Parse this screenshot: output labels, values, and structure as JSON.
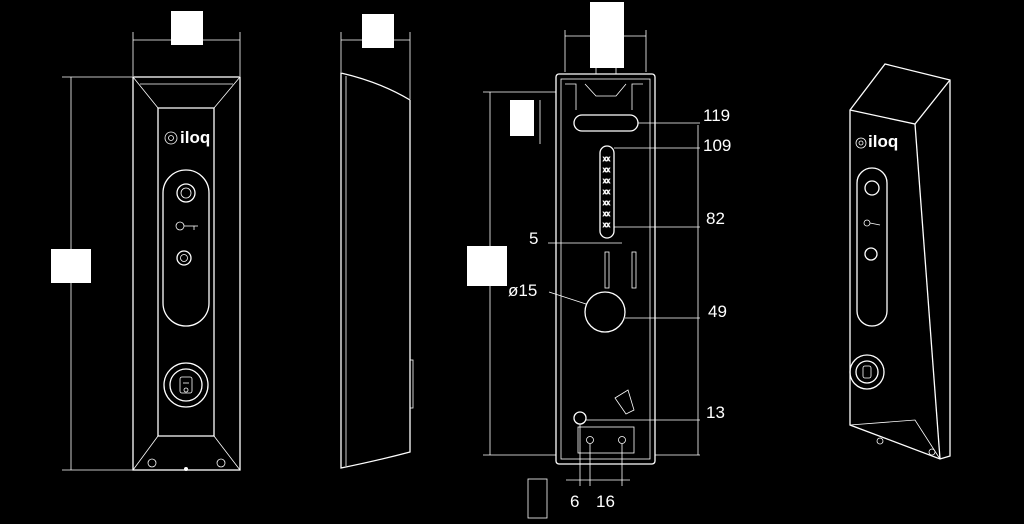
{
  "logo_text": "iloq",
  "dimensions": {
    "d119": "119",
    "d109": "109",
    "d82": "82",
    "d5": "5",
    "d15": "ø15",
    "d49": "49",
    "d13": "13",
    "d6": "6",
    "d16": "16"
  },
  "colors": {
    "background": "#000000",
    "line": "#ffffff"
  }
}
